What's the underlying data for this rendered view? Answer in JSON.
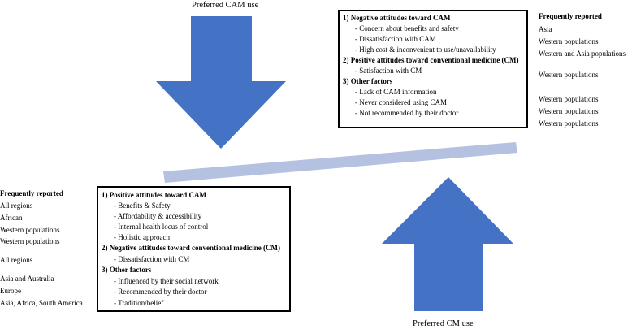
{
  "top_arrow_label": "Preferred CAM use",
  "bottom_arrow_label": "Preferred CM use",
  "colors": {
    "arrow": "#4472c4",
    "bar": "#b4c1e0",
    "border": "#000000"
  },
  "right_panel": {
    "header": "Frequently reported",
    "sections": [
      {
        "heading": "1) Negative attitudes toward CAM",
        "items": [
          "Concern about benefits and safety",
          "Dissatisfaction with CAM",
          "High cost & inconvenient to use/unavailability"
        ],
        "regions": [
          "Asia",
          "Western populations",
          "Western and Asia populations"
        ]
      },
      {
        "heading": "2) Positive attitudes toward conventional medicine (CM)",
        "items": [
          "Satisfaction with CM"
        ],
        "regions": [
          "Western populations"
        ]
      },
      {
        "heading": "3) Other factors",
        "items": [
          "Lack of CAM information",
          "Never considered using CAM",
          "Not recommended by their doctor"
        ],
        "regions": [
          "Western populations",
          "Western populations",
          "Western populations"
        ]
      }
    ]
  },
  "left_panel": {
    "header": "Frequently reported",
    "sections": [
      {
        "heading": "1) Positive attitudes toward CAM",
        "items": [
          "Benefits  & Safety",
          "Affordability & accessibility",
          "Internal health locus of control",
          "Holistic approach"
        ],
        "regions": [
          "All regions",
          "African",
          "Western populations",
          "Western populations"
        ]
      },
      {
        "heading": "2) Negative attitudes toward conventional medicine (CM)",
        "items": [
          "Dissatisfaction with CM"
        ],
        "regions": [
          "All regions"
        ]
      },
      {
        "heading": "3) Other factors",
        "items": [
          "Influenced by their social network",
          "Recommended by their doctor",
          "Tradition/belief"
        ],
        "regions": [
          "Asia and Australia",
          "Europe",
          "Asia, Africa, South America"
        ]
      }
    ]
  }
}
